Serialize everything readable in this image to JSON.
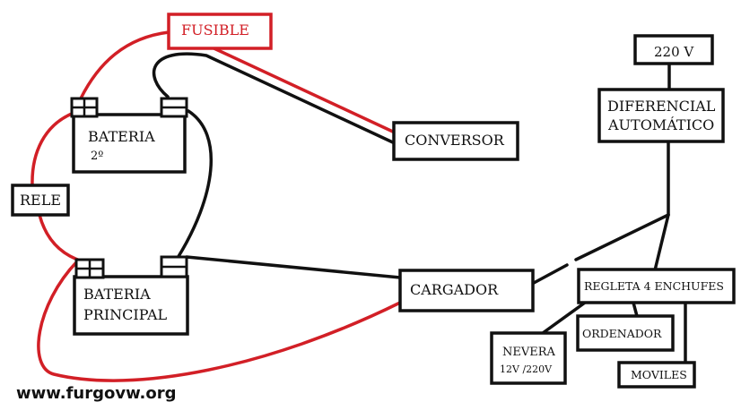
{
  "colors": {
    "positive_wire": "#d21f26",
    "negative_wire": "#111111",
    "box_stroke": "#111111",
    "background": "#ffffff"
  },
  "nodes": {
    "fusible": "FUSIBLE",
    "bateria_2_line1": "BATERIA",
    "bateria_2_line2": "2º",
    "rele": "RELE",
    "conversor": "CONVERSOR",
    "bateria_principal_line1": "BATERIA",
    "bateria_principal_line2": "PRINCIPAL",
    "cargador": "CARGADOR",
    "v220": "220 V",
    "diferencial_line1": "DIFERENCIAL",
    "diferencial_line2": "AUTOMÁTICO",
    "regleta": "REGLETA 4 ENCHUFES",
    "ordenador": "ORDENADOR",
    "nevera_line1": "NEVERA",
    "nevera_line2": "12V /220V",
    "moviles": "MOVILES"
  },
  "watermark": "www.furgovw.org"
}
